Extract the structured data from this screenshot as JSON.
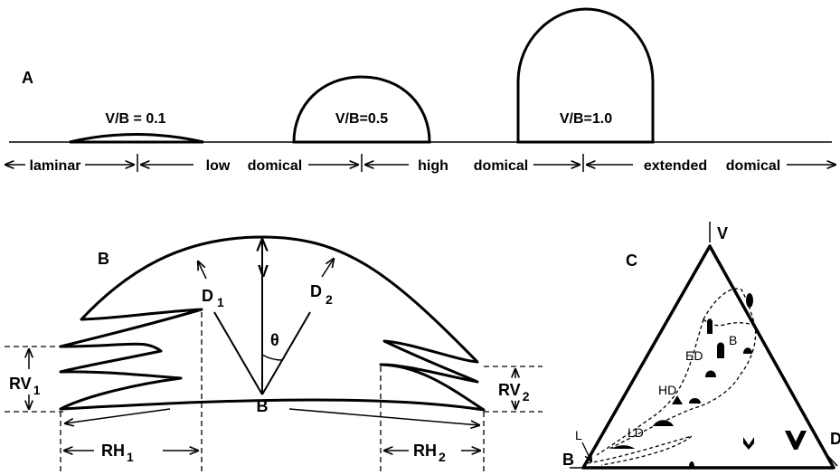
{
  "panel_a": {
    "letter": "A",
    "shape_labels": [
      "V/B = 0.1",
      "V/B=0.5",
      "V/B=1.0"
    ],
    "range_labels": [
      "laminar",
      "low",
      "domical",
      "high",
      "domical",
      "extended",
      "domical"
    ]
  },
  "panel_b": {
    "letter": "B",
    "labels": {
      "v": "V",
      "d1": "D",
      "d1_sub": "1",
      "d2": "D",
      "d2_sub": "2",
      "theta": "θ",
      "b": "B",
      "rv1": "RV",
      "rv1_sub": "1",
      "rv2": "RV",
      "rv2_sub": "2",
      "rh1": "RH",
      "rh1_sub": "1",
      "rh2": "RH",
      "rh2_sub": "2"
    }
  },
  "panel_c": {
    "letter": "C",
    "vertices": {
      "top": "V",
      "left": "B",
      "right": "D"
    },
    "regions": [
      "ED",
      "B",
      "HD",
      "LD",
      "L"
    ]
  }
}
